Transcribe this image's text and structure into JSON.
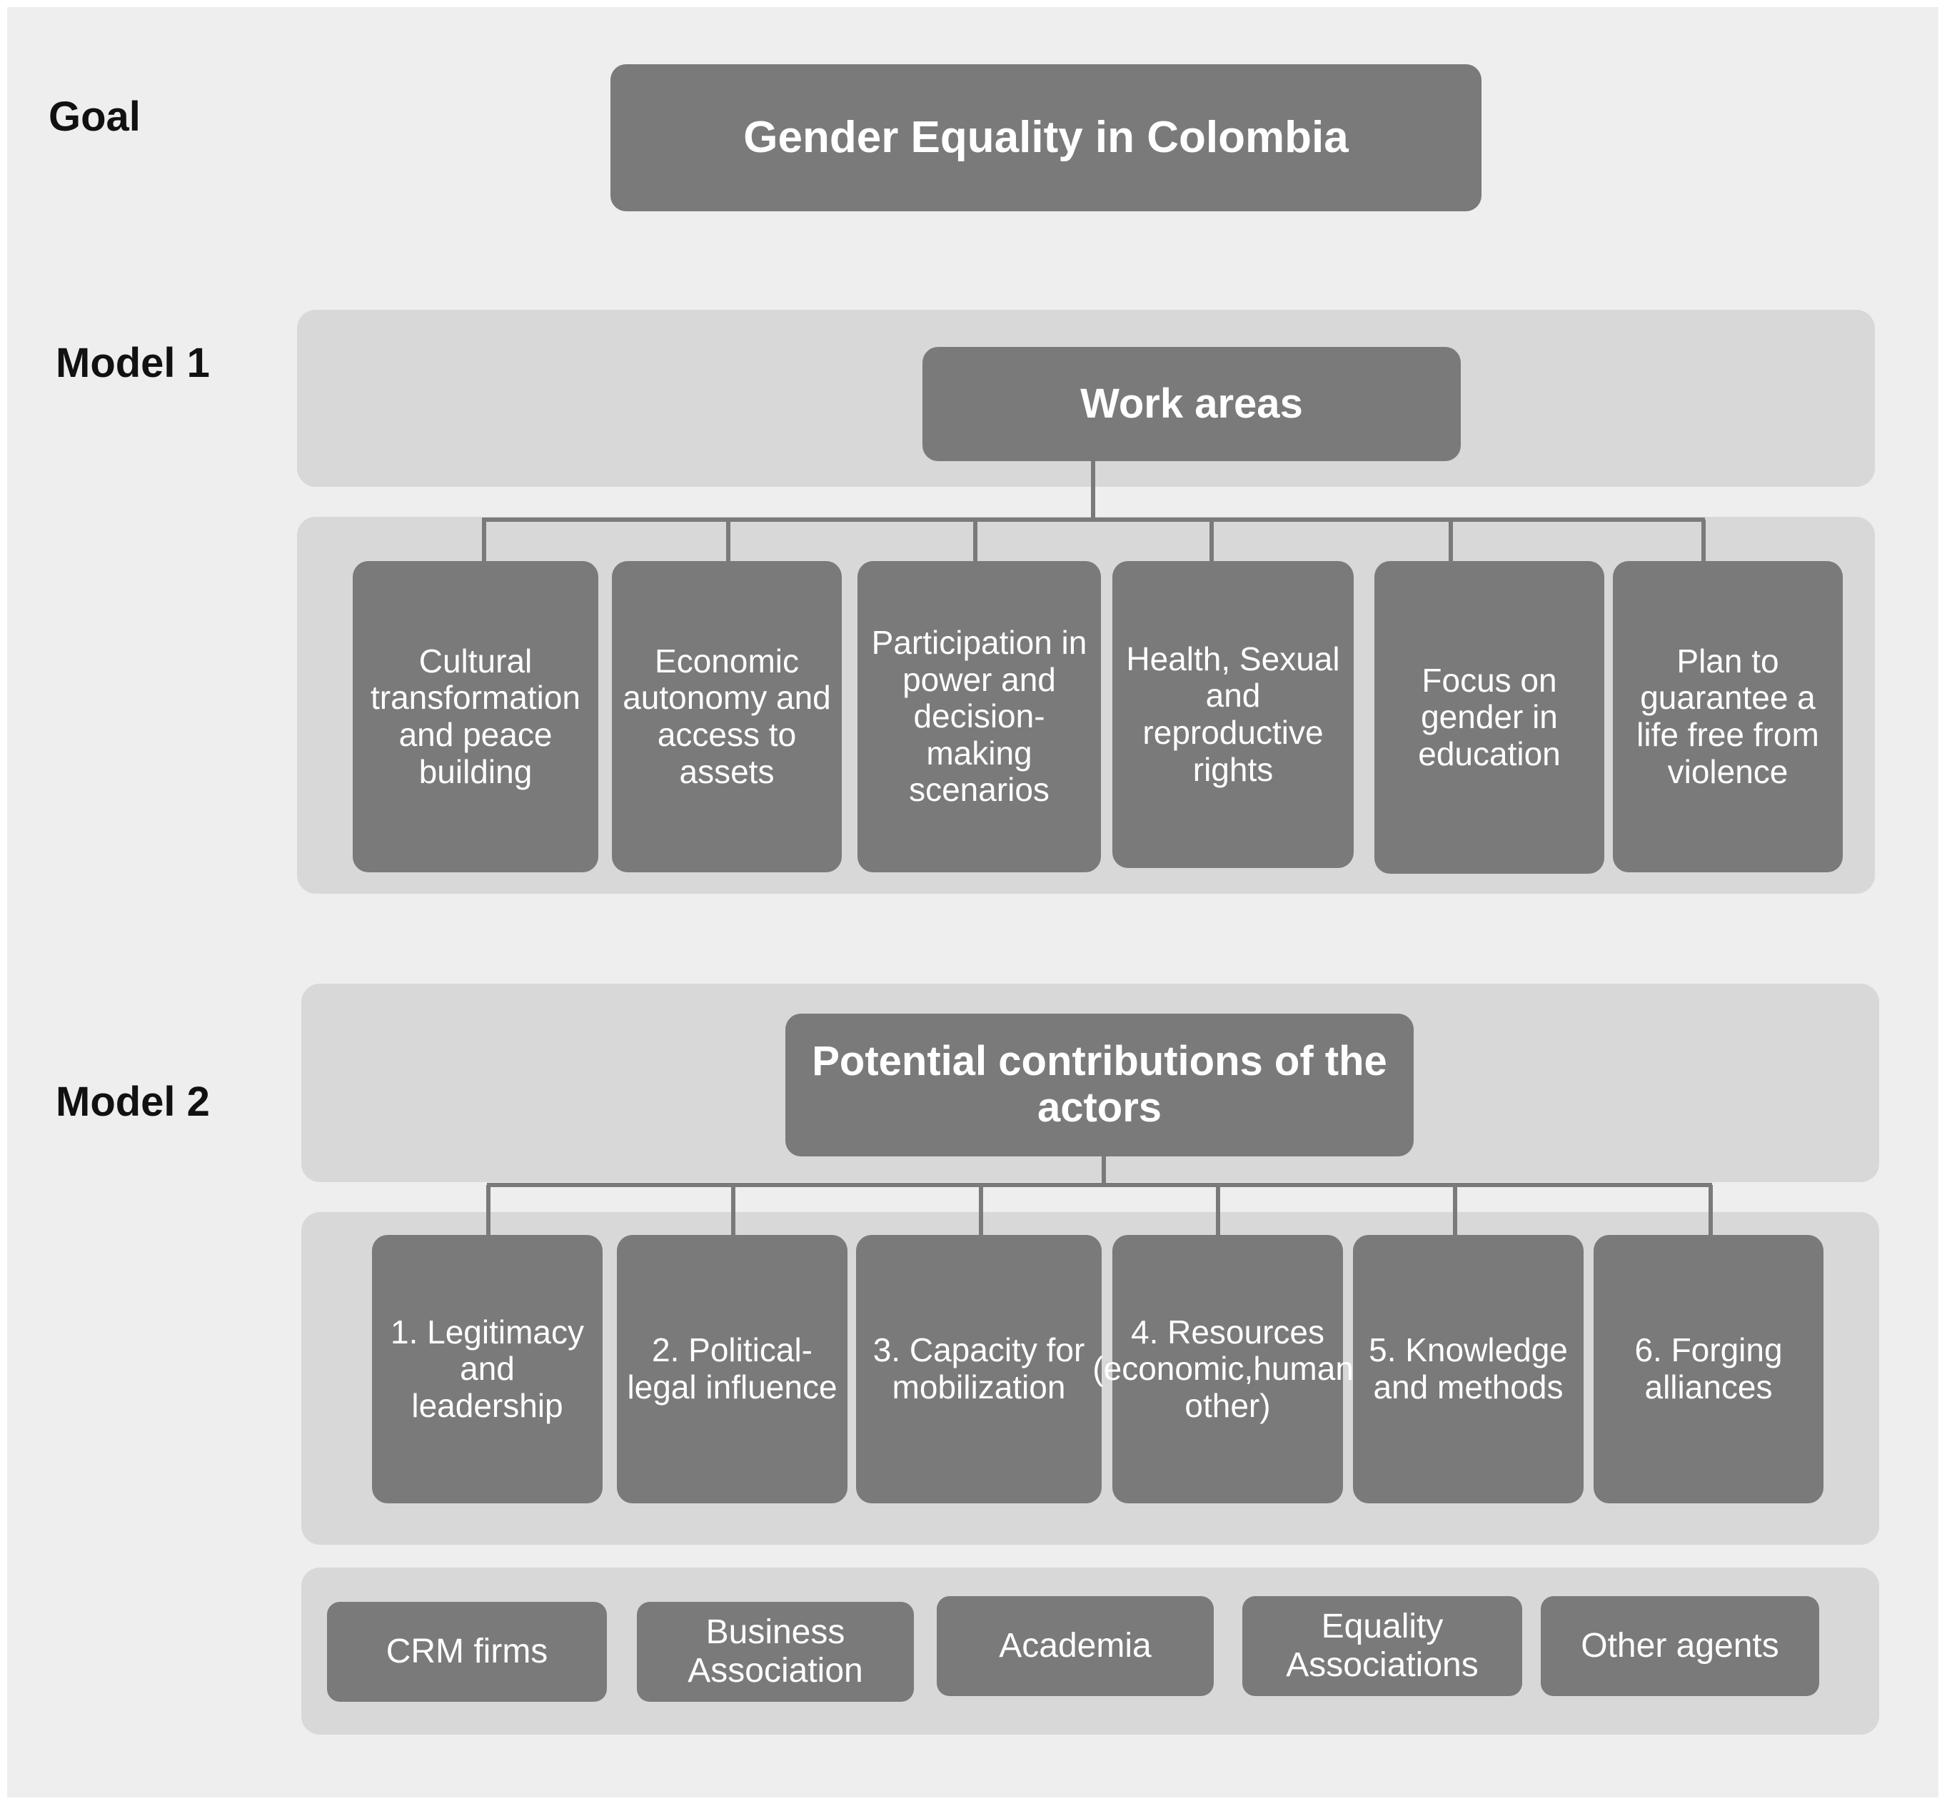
{
  "labels": {
    "goal": "Goal",
    "model1": "Model 1",
    "model2": "Model 2"
  },
  "goal_box": "Gender Equality in Colombia",
  "model1": {
    "header": "Work areas",
    "items": [
      "Cultural transformation and peace building",
      "Economic autonomy and access to assets",
      "Participation in power and decision-making scenarios",
      "Health, Sexual and reproductive rights",
      "Focus on gender in education",
      "Plan to guarantee a life free from violence"
    ]
  },
  "model2": {
    "header": "Potential contributions of the actors",
    "items": [
      "1. Legitimacy and leadership",
      "2. Political-legal influence",
      "3. Capacity for mobilization",
      "4. Resources (economic,human, other)",
      "5. Knowledge and methods",
      "6. Forging alliances"
    ]
  },
  "actors": [
    "CRM firms",
    "Business Association",
    "Academia",
    "Equality Associations",
    "Other agents"
  ],
  "colors": {
    "box": "#7a7a7a",
    "band": "#d8d8d8",
    "background": "#eeeeee"
  }
}
